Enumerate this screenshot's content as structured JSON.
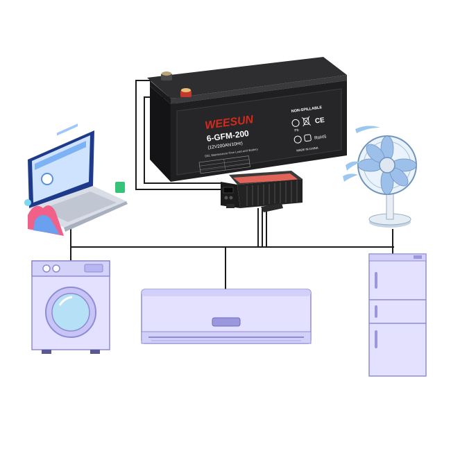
{
  "battery": {
    "brand": "WEESUN",
    "model": "6-GFM-200",
    "rating": "(12V200Ah/10Hr)",
    "type_line": "GEL Maintenance-Free Lead-acid Battery",
    "non_spillable": "NON-SPILLABLE",
    "made_in": "MADE IN CHINA",
    "rohs": "RoHS",
    "ce": "CE",
    "pb_mark": "Pb",
    "colors": {
      "case": "#1c1c1e",
      "lid": "#2a2a2c",
      "brand_red": "#d42a1e",
      "brand_yellow": "#f2b21b"
    }
  },
  "inverter": {
    "colors": {
      "body": "#1a1a1a",
      "panel": "#e0645a"
    }
  },
  "appliances": {
    "laptop": {
      "icon": "laptop-icon"
    },
    "fan": {
      "icon": "fan-icon"
    },
    "washing_machine": {
      "icon": "washing-machine-icon"
    },
    "air_conditioner": {
      "icon": "air-conditioner-icon"
    },
    "refrigerator": {
      "icon": "refrigerator-icon"
    }
  },
  "colors": {
    "wire": "#1a1a1a",
    "appliance_main": "#e3e1ff",
    "appliance_edge": "#8e8bd6",
    "appliance_accent": "#b8b6f0"
  }
}
